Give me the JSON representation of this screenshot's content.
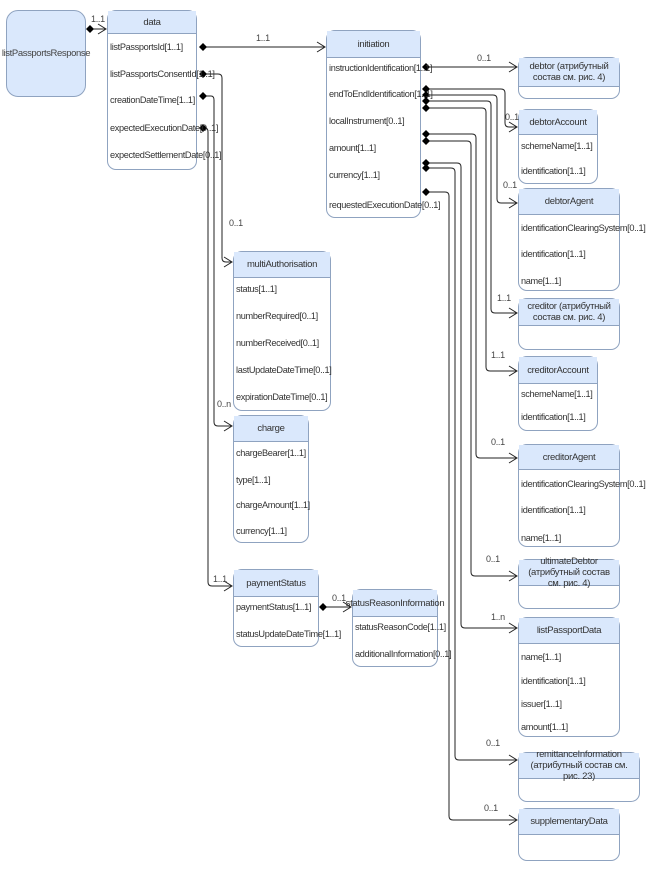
{
  "root": {
    "label": "listPassportsResponse"
  },
  "colors": {
    "header_fill": "#dae8fc",
    "border": "#8fa3c0",
    "line": "#222222"
  },
  "entities": {
    "data": {
      "title": "data",
      "attrs": [
        "listPassportsId[1..1]",
        "listPassportsConsentId[1..1]",
        "creationDateTime[1..1]",
        "expectedExecutionDate[0..1]",
        "expectedSettlementDate[0..1]"
      ]
    },
    "initiation": {
      "title": "initiation",
      "attrs": [
        "instructionIdentification[1..1]",
        "endToEndIdentification[1..1]",
        "localInstrument[0..1]",
        "amount[1..1]",
        "currency[1..1]",
        "requestedExecutionDate[0..1]"
      ]
    },
    "debtor": {
      "title": "debtor (атрибутный состав см. рис. 4)",
      "attrs": []
    },
    "debtorAccount": {
      "title": "debtorAccount",
      "attrs": [
        "schemeName[1..1]",
        "identification[1..1]"
      ]
    },
    "debtorAgent": {
      "title": "debtorAgent",
      "attrs": [
        "identificationClearingSystem[0..1]",
        "identification[1..1]",
        "name[1..1]"
      ]
    },
    "creditor": {
      "title": "creditor (атрибутный состав см. рис. 4)",
      "attrs": []
    },
    "creditorAccount": {
      "title": "creditorAccount",
      "attrs": [
        "schemeName[1..1]",
        "identification[1..1]"
      ]
    },
    "creditorAgent": {
      "title": "creditorAgent",
      "attrs": [
        "identificationClearingSystem[0..1]",
        "identification[1..1]",
        "name[1..1]"
      ]
    },
    "ultimateDebtor": {
      "title": "ultimateDebtor (атрибутный состав см. рис. 4)",
      "attrs": []
    },
    "listPassportData": {
      "title": "listPassportData",
      "attrs": [
        "name[1..1]",
        "identification[1..1]",
        "issuer[1..1]",
        "amount[1..1]"
      ]
    },
    "remittanceInformation": {
      "title": "remittanceInformation (атрибутный состав см. рис. 23)",
      "attrs": []
    },
    "supplementaryData": {
      "title": "supplementaryData",
      "attrs": []
    },
    "multiAuthorisation": {
      "title": "multiAuthorisation",
      "attrs": [
        "status[1..1]",
        "numberRequired[0..1]",
        "numberReceived[0..1]",
        "lastUpdateDateTime[0..1]",
        "expirationDateTime[0..1]"
      ]
    },
    "charge": {
      "title": "charge",
      "attrs": [
        "chargeBearer[1..1]",
        "type[1..1]",
        "chargeAmount[1..1]",
        "currency[1..1]"
      ]
    },
    "paymentStatus": {
      "title": "paymentStatus",
      "attrs": [
        "paymentStatus[1..1]",
        "statusUpdateDateTime[1..1]"
      ]
    },
    "statusReasonInformation": {
      "title": "statusReasonInformation",
      "attrs": [
        "statusReasonCode[1..1]",
        "additionalInformation[0..1]"
      ]
    }
  },
  "relations": [
    {
      "from": "listPassportsResponse",
      "to": "data",
      "multiplicity": "1..1"
    },
    {
      "from": "data",
      "to": "initiation",
      "multiplicity": "1..1"
    },
    {
      "from": "data",
      "to": "multiAuthorisation",
      "multiplicity": "0..1"
    },
    {
      "from": "data",
      "to": "charge",
      "multiplicity": "0..n"
    },
    {
      "from": "data",
      "to": "paymentStatus",
      "multiplicity": "1..1"
    },
    {
      "from": "paymentStatus",
      "to": "statusReasonInformation",
      "multiplicity": "0..1"
    },
    {
      "from": "initiation",
      "to": "debtor",
      "multiplicity": "0..1"
    },
    {
      "from": "initiation",
      "to": "debtorAccount",
      "multiplicity": "0..1"
    },
    {
      "from": "initiation",
      "to": "debtorAgent",
      "multiplicity": "0..1"
    },
    {
      "from": "initiation",
      "to": "creditor",
      "multiplicity": "1..1"
    },
    {
      "from": "initiation",
      "to": "creditorAccount",
      "multiplicity": "1..1"
    },
    {
      "from": "initiation",
      "to": "creditorAgent",
      "multiplicity": "0..1"
    },
    {
      "from": "initiation",
      "to": "ultimateDebtor",
      "multiplicity": "0..1"
    },
    {
      "from": "initiation",
      "to": "listPassportData",
      "multiplicity": "1..n"
    },
    {
      "from": "initiation",
      "to": "remittanceInformation",
      "multiplicity": "0..1"
    },
    {
      "from": "initiation",
      "to": "supplementaryData",
      "multiplicity": "0..1"
    }
  ]
}
